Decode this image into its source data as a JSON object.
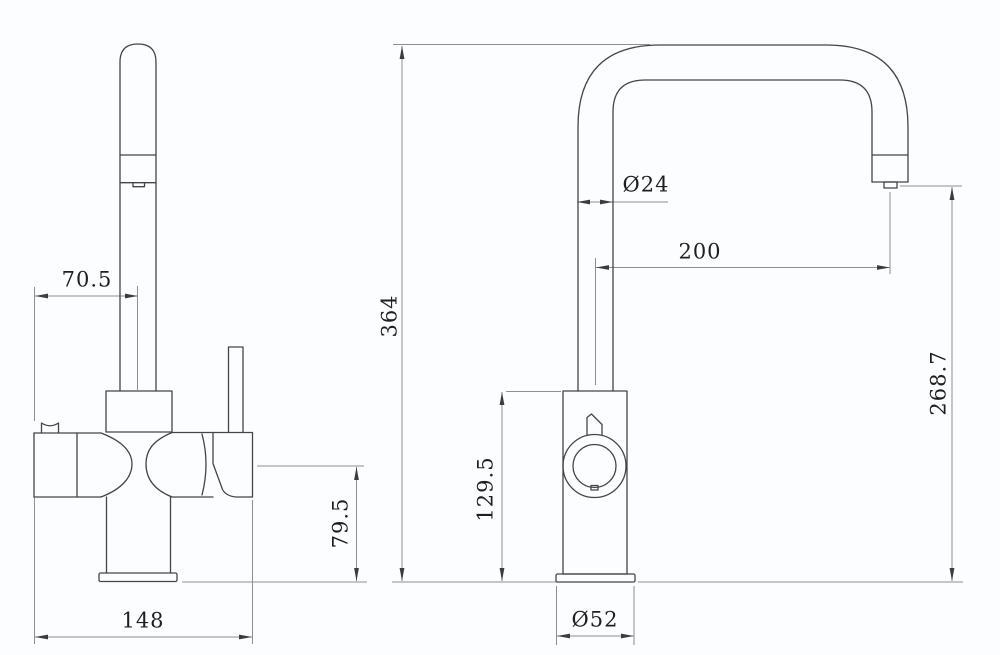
{
  "drawing": {
    "kind": "faucet-dimension-drawing",
    "views": {
      "left": "front-elevation",
      "right": "side-elevation"
    },
    "colors": {
      "background": "#fcfdfe",
      "object_line": "#454545",
      "dimension_line": "#8f8f8f",
      "arrow": "#3c3c3c",
      "text": "#1f1f1f"
    }
  },
  "dimensions": {
    "spout_center_offset": {
      "label": "70.5"
    },
    "overall_width": {
      "label": "148"
    },
    "side_outlet_height": {
      "label": "79.5"
    },
    "overall_height": {
      "label": "364"
    },
    "tube_diameter": {
      "label": "Ø24"
    },
    "spout_reach": {
      "label": "200"
    },
    "outlet_height": {
      "label": "268.7"
    },
    "body_height": {
      "label": "129.5"
    },
    "base_diameter": {
      "label": "Ø52"
    }
  }
}
